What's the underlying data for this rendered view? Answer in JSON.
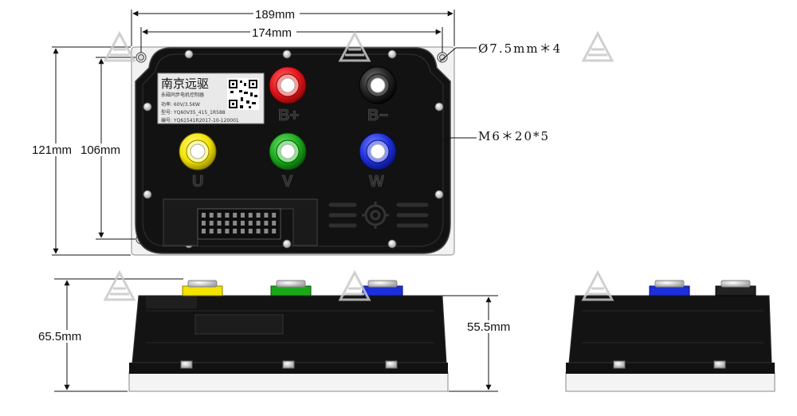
{
  "dimensions": {
    "overall_width": "189mm",
    "hole_spacing_width": "174mm",
    "mount_hole": "Ø7.5mm＊4",
    "terminal_thread": "M6＊20*5",
    "overall_height": "121mm",
    "hole_spacing_height": "106mm",
    "total_depth": "65.5mm",
    "body_depth": "55.5mm"
  },
  "terminals": [
    {
      "id": "B+",
      "label": "B+",
      "color": "#e0141b"
    },
    {
      "id": "B-",
      "label": "B−",
      "color": "#222222"
    },
    {
      "id": "U",
      "label": "U",
      "color": "#f4e200"
    },
    {
      "id": "V",
      "label": "V",
      "color": "#1aa81a"
    },
    {
      "id": "W",
      "label": "W",
      "color": "#1c2fd8"
    }
  ],
  "nameplate": {
    "brand": "南京远驱",
    "subtitle": "永磁同步电机控制器",
    "lines": [
      "功率: 60V/3.5KW",
      "型号: YQ60V35_415_1R588",
      "编号: YQ61541R2017-10-120001"
    ]
  },
  "colors": {
    "housing": "#111111",
    "baseplate": "#f2f2f2"
  }
}
